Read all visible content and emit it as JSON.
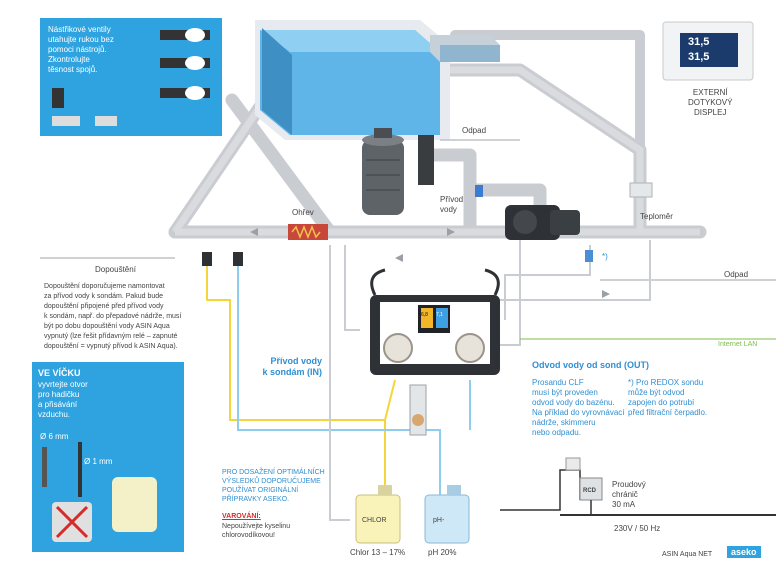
{
  "nozzle_panel": {
    "text": "Nástřikové ventily\nutahujte rukou bez\npomoci nástrojů.\nZkontrolujte\ntěsnost spojů."
  },
  "lid_panel": {
    "title": "VE VÍČKU",
    "text": "vyvrtejte otvor\npro hadičku\na přisávání\nvzduchu.",
    "dim_large": "Ø 6 mm",
    "dim_small": "Ø 1 mm"
  },
  "labels": {
    "odpad_top": "Odpad",
    "odpad_right": "Odpad",
    "ohrev": "Ohřev",
    "privod_vody": "Přívod\nvody",
    "teplomer": "Teploměr",
    "dopousteni": "Dopouštění",
    "external_display": "EXTERNÍ\nDOTYKOVÝ\nDISPLEJ",
    "asterisk": "*)",
    "internet_lan": "Internet LAN",
    "privod_k_sondam": "Přívod vody\nk sondám (IN)",
    "odvod_od_sond": "Odvod vody od sond (OUT)",
    "clf_note": "Prosandu CLF\nmusí být proveden\nodvod vody do bazénu.\nNa příklad do vyrovnávací\nnádrže, skimmeru\nnebo odpadu.",
    "redox_note": "*) Pro REDOX sondu\n    může být odvod\n    zapojen do potrubí\n    před filtrační čerpadlo.",
    "dopousteni_note": "Dopouštění doporučujeme namontovat\nza přívod vody k sondám. Pakud bude\ndopouštění připojené před přívod vody\nk sondám, např. do přepadové nádrže, musí\nbýt po dobu dopouštění vody ASIN Aqua\nvypnutý (lze řešit přídavným relé – zapnuté\ndopouštění = vypnutý přívod k ASIN Aqua).",
    "chemicals_note": "PRO DOSAŽENÍ OPTIMÁLNÍCH\nVÝSLEDKŮ DOPORUČUJEME\nPOUŽÍVAT ORIGINÁLNÍ\nPŘÍPRAVKY ASEKO.",
    "warning_title": "VAROVÁNÍ:",
    "warning_text": "Nepoužívejte kyselinu\nchlorovodíkovou!",
    "chlor_container": "CHLOR",
    "ph_container": "pH-",
    "chlor_caption": "Chlor 13 – 17%",
    "ph_caption": "pH 20%",
    "rcd": "RCD",
    "protection_text": "Proudový\nchránič\n30 mA",
    "voltage": "230V / 50 Hz",
    "footer_product": "ASIN Aqua NET",
    "brand": "aseko"
  },
  "display": {
    "value1": "31,5",
    "value2": "31,5"
  },
  "device": {
    "screen_left": "6,8",
    "screen_right": "7,1"
  },
  "colors": {
    "pipe": "#c9ccd0",
    "pipe_edge": "#aeb2b7",
    "water": "#5fb4e8",
    "panel_blue": "#2ea3e0",
    "text_blue": "#2f8fd3",
    "line_yellow": "#f4d53c",
    "line_lightblue": "#8ccdf0",
    "warning_red": "#d52b2b",
    "lan_green": "#7cbf4a"
  }
}
